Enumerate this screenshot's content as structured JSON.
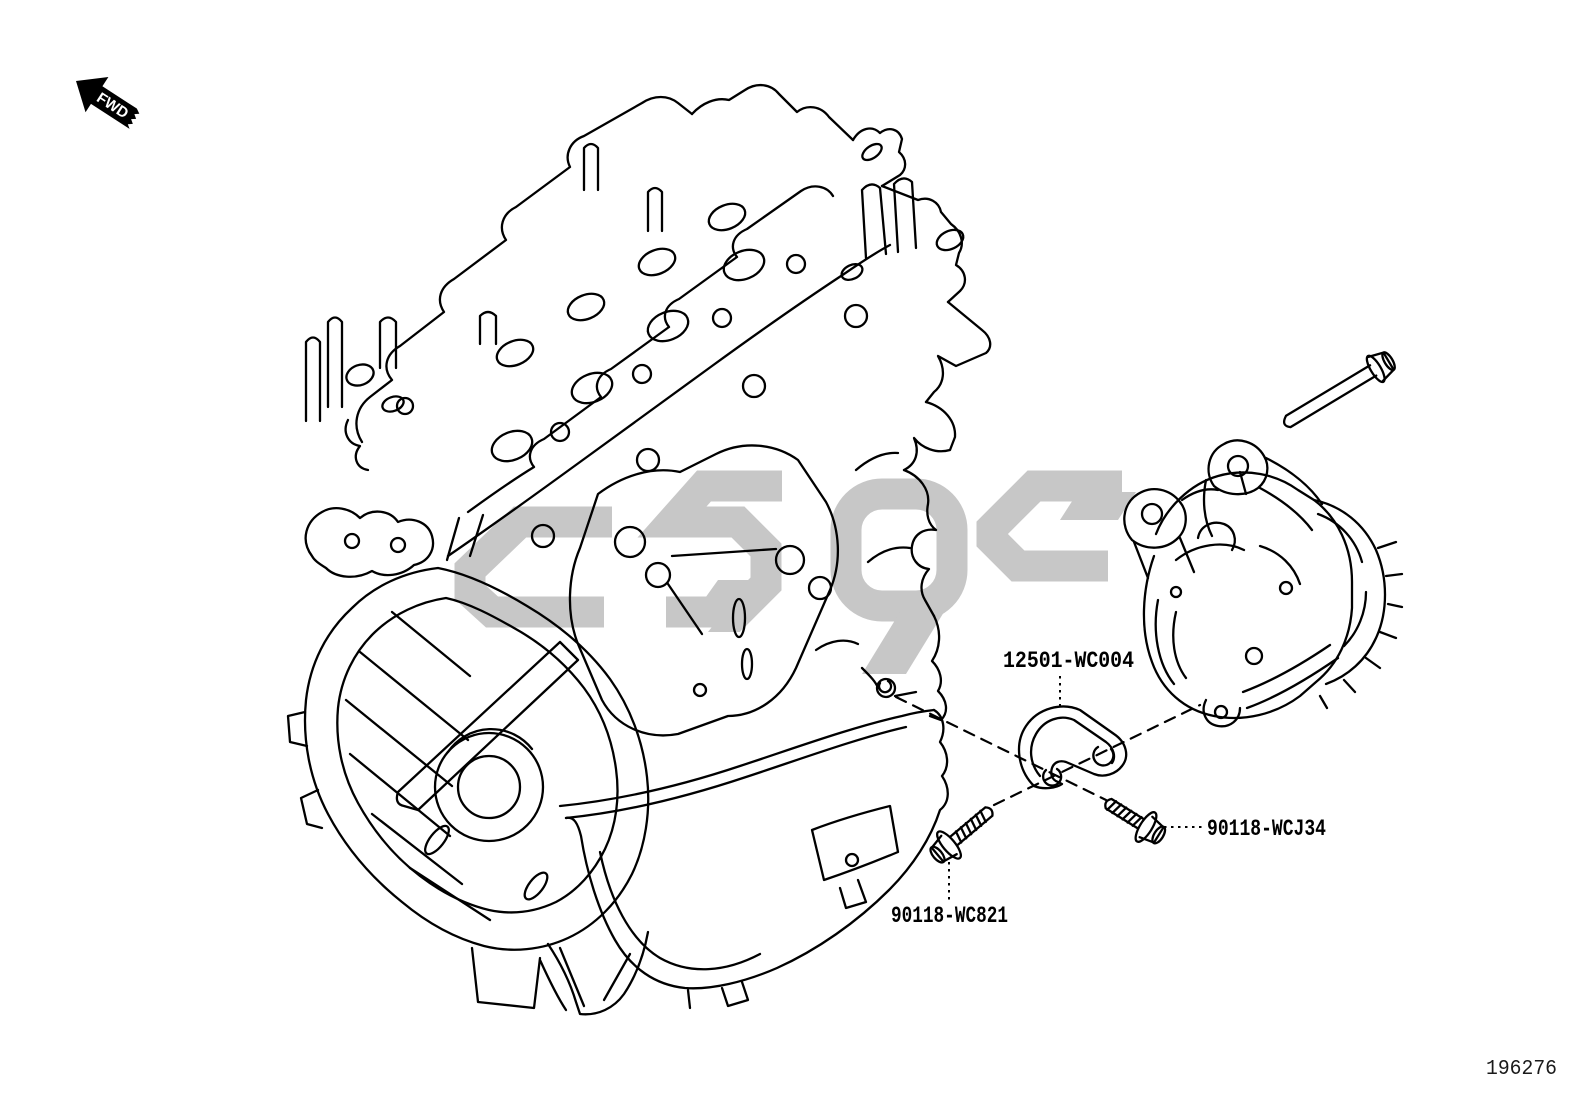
{
  "page": {
    "background": "#ffffff"
  },
  "fwd_arrow": {
    "label": "FWD"
  },
  "labels": {
    "bracket": "12501-WC004",
    "bolt_right": "90118-WCJ34",
    "bolt_lower": "90118-WC821"
  },
  "footer": {
    "drawing_number": "196276"
  },
  "colors": {
    "line_color": "#000000",
    "watermark_color": "#c7c7c7",
    "fwd_arrow_fill": "#000000",
    "fwd_arrow_text": "#ffffff"
  }
}
